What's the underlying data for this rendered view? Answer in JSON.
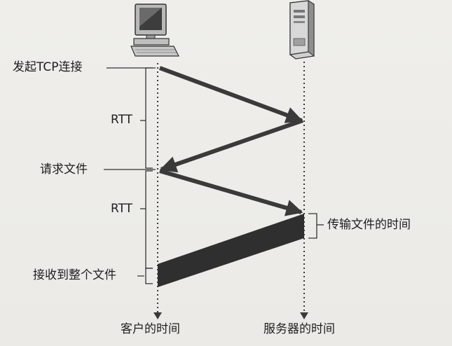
{
  "labels": {
    "initiate": "发起TCP连接",
    "rtt1": "RTT",
    "request": "请求文件",
    "rtt2": "RTT",
    "transmit": "传输文件的时间",
    "received": "接收到整个文件",
    "client_time": "客户的时间",
    "server_time": "服务器的时间"
  },
  "icons": {
    "client": "desktop-computer-icon",
    "server": "tower-server-icon"
  }
}
